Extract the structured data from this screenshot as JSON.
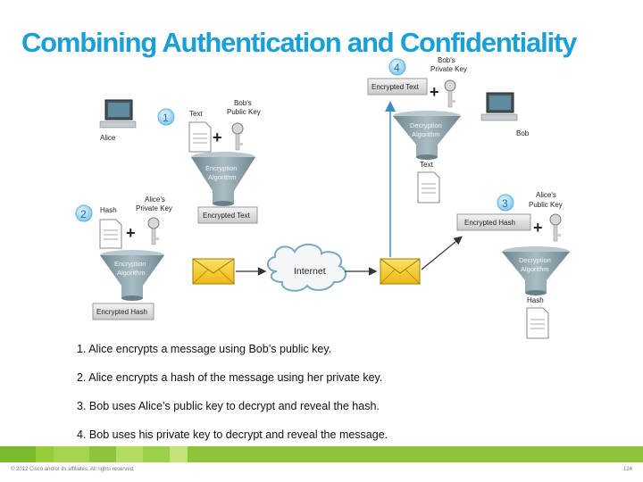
{
  "title": "Combining Authentication and Confidentiality",
  "diagram": {
    "alice": "Alice",
    "bob": "Bob",
    "internet": "Internet",
    "step_numbers": [
      "1",
      "2",
      "3",
      "4"
    ],
    "step1": {
      "text": "Text",
      "key_line1": "Bob's",
      "key_line2": "Public Key",
      "funnel_line1": "Encryption",
      "funnel_line2": "Algorithm",
      "output": "Encrypted Text"
    },
    "step2": {
      "hash": "Hash",
      "key_line1": "Alice's",
      "key_line2": "Private Key",
      "funnel_line1": "Encryption",
      "funnel_line2": "Algorithm",
      "output": "Encrypted Hash"
    },
    "step3": {
      "input": "Encrypted Hash",
      "key_line1": "Alice's",
      "key_line2": "Public Key",
      "funnel_line1": "Decryption",
      "funnel_line2": "Algorithm",
      "output": "Hash"
    },
    "step4": {
      "input": "Encrypted Text",
      "key_line1": "Bob's",
      "key_line2": "Private Key",
      "funnel_line1": "Decryption",
      "funnel_line2": "Algorithm",
      "output": "Text"
    }
  },
  "steps": [
    {
      "num": "1.",
      "text": " Alice encrypts a message using Bob’s public key."
    },
    {
      "num": "2.",
      "text": "Alice encrypts a hash of the message using her private key."
    },
    {
      "num": "3.",
      "text": "Bob uses Alice’s public key to decrypt and reveal the hash."
    },
    {
      "num": "4.",
      "text": "Bob uses his private key to decrypt and reveal the message."
    }
  ],
  "footer": {
    "copyright": "© 2012 Cisco and/or its affiliates. All rights reserved.",
    "page": "124"
  },
  "colors": {
    "title": "#1aa0d6",
    "step_circle": "#5ab4e8",
    "funnel": "#8fa4ad",
    "envelope": "#f5c518",
    "arrow": "#4a90b8",
    "footer_green": "#7ab929"
  }
}
